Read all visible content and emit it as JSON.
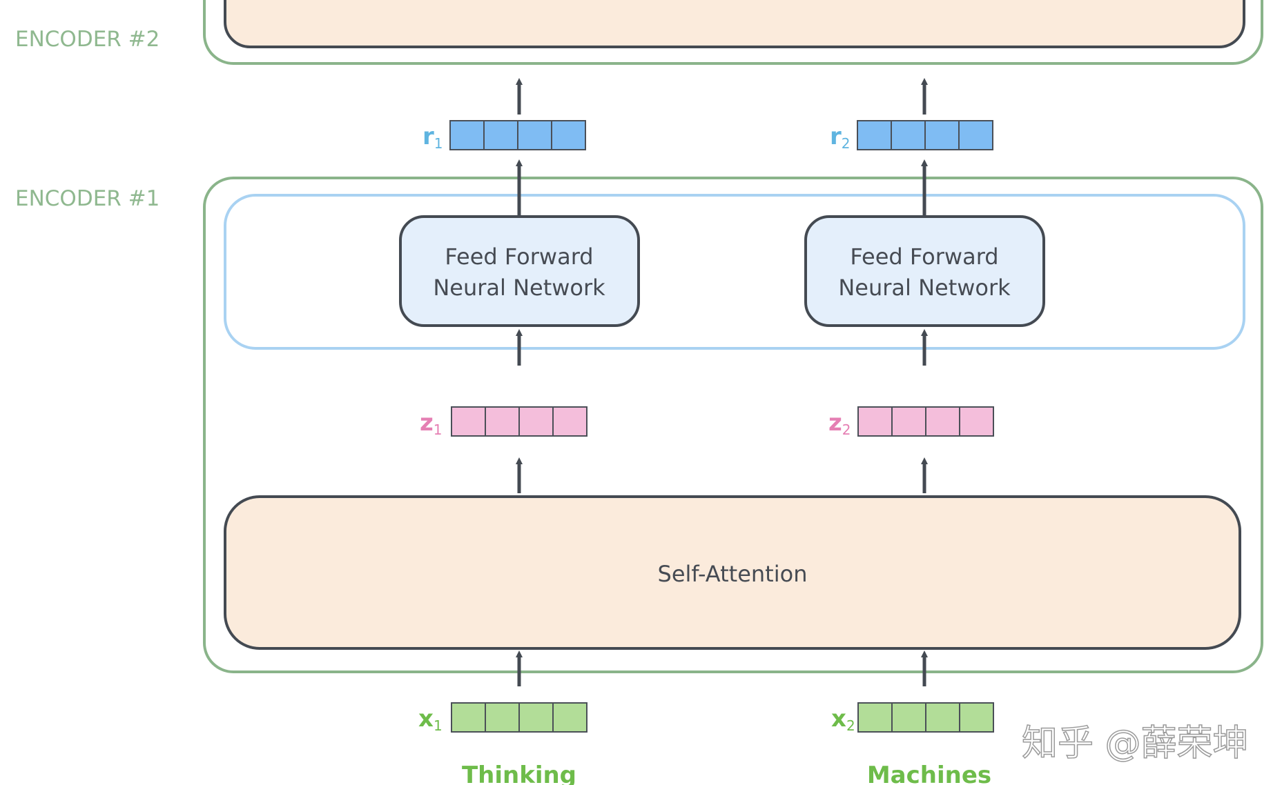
{
  "encoders": {
    "top_label": "ENCODER #2",
    "bottom_label": "ENCODER #1"
  },
  "ffnn": {
    "line1": "Feed Forward",
    "line2": "Neural Network"
  },
  "self_attention": "Self-Attention",
  "vectors": {
    "r1": {
      "letter": "r",
      "sub": "1"
    },
    "r2": {
      "letter": "r",
      "sub": "2"
    },
    "z1": {
      "letter": "z",
      "sub": "1"
    },
    "z2": {
      "letter": "z",
      "sub": "2"
    },
    "x1": {
      "letter": "x",
      "sub": "1"
    },
    "x2": {
      "letter": "x",
      "sub": "2"
    }
  },
  "words": {
    "w1": "Thinking",
    "w2": "Machines"
  },
  "watermark": "知乎 @薛荣坤",
  "colors": {
    "encoder_outline": "#8ab48a",
    "encoder_label": "#8fb88f",
    "ffnn_region": "#a9d2f2",
    "ffnn_fill": "#e4effb",
    "box_stroke": "#444a52",
    "attention_fill": "#fbebdc",
    "r_vector": "#7fbcf3",
    "r_label": "#5fb4e0",
    "z_vector": "#f4bedb",
    "z_label": "#e57fb3",
    "x_vector": "#b2dd98",
    "x_label": "#6ebc4a",
    "arrow": "#444a52"
  }
}
